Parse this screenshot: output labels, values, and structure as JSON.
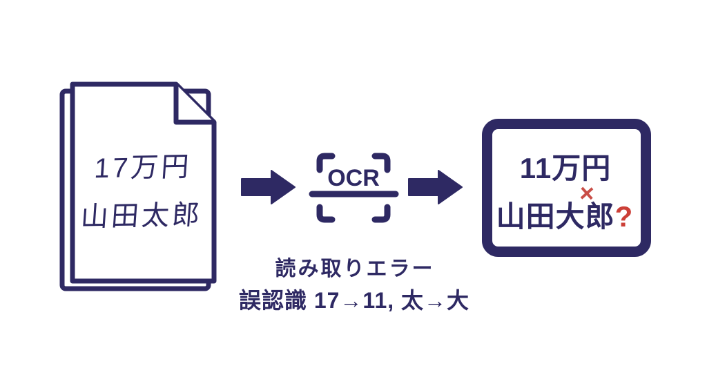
{
  "colors": {
    "ink_navy": "#2e2963",
    "error_red": "#c94e47",
    "background": "#ffffff"
  },
  "document": {
    "line1": "17万円",
    "line2": "山田太郎"
  },
  "ocr": {
    "label": "OCR"
  },
  "screen": {
    "line1": "11万円",
    "cross_mark": "×",
    "line2": "山田大郎",
    "question_mark": "?"
  },
  "caption": {
    "line1": "読み取りエラー",
    "line2": "誤認識 17→11, 太→大"
  }
}
